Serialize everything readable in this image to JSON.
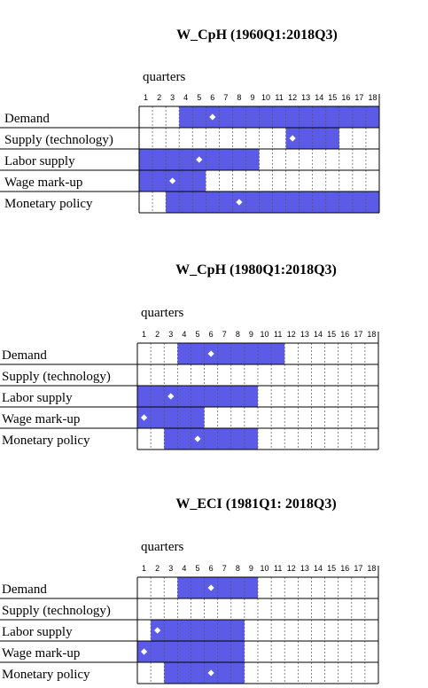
{
  "quarters_label": "quarters",
  "quarter_ticks": [
    "1",
    "2",
    "3",
    "4",
    "5",
    "6",
    "7",
    "8",
    "9",
    "10",
    "11",
    "12",
    "13",
    "14",
    "15",
    "16",
    "17",
    "18"
  ],
  "colors": {
    "fill": "#5b5be8",
    "grid": "#000000",
    "marker": "#ffffff"
  },
  "chart_data": [
    {
      "type": "table",
      "title": "W_CpH (1960Q1:2018Q3)",
      "rows": [
        {
          "label": "Demand",
          "filled": [
            4,
            18
          ],
          "marker": 6
        },
        {
          "label": "Supply (technology)",
          "filled": [
            12,
            15
          ],
          "marker": 12
        },
        {
          "label": "Labor supply",
          "filled": [
            1,
            9
          ],
          "marker": 5
        },
        {
          "label": "Wage mark-up",
          "filled": [
            1,
            5
          ],
          "marker": 3
        },
        {
          "label": "Monetary policy",
          "filled": [
            3,
            18
          ],
          "marker": 8
        }
      ]
    },
    {
      "type": "table",
      "title": "W_CpH (1980Q1:2018Q3)",
      "rows": [
        {
          "label": "Demand",
          "filled": [
            4,
            11
          ],
          "marker": 6
        },
        {
          "label": "Supply (technology)",
          "filled": null,
          "marker": null
        },
        {
          "label": "Labor supply",
          "filled": [
            1,
            9
          ],
          "marker": 3
        },
        {
          "label": "Wage mark-up",
          "filled": [
            1,
            5
          ],
          "marker": 1
        },
        {
          "label": "Monetary policy",
          "filled": [
            3,
            9
          ],
          "marker": 5
        }
      ]
    },
    {
      "type": "table",
      "title": "W_ECI (1981Q1: 2018Q3)",
      "rows": [
        {
          "label": "Demand",
          "filled": [
            4,
            9
          ],
          "marker": 6
        },
        {
          "label": "Supply (technology)",
          "filled": null,
          "marker": null
        },
        {
          "label": "Labor supply",
          "filled": [
            2,
            8
          ],
          "marker": 2
        },
        {
          "label": "Wage mark-up",
          "filled": [
            1,
            8
          ],
          "marker": 1
        },
        {
          "label": "Monetary policy",
          "filled": [
            3,
            8
          ],
          "marker": 6
        }
      ]
    }
  ]
}
